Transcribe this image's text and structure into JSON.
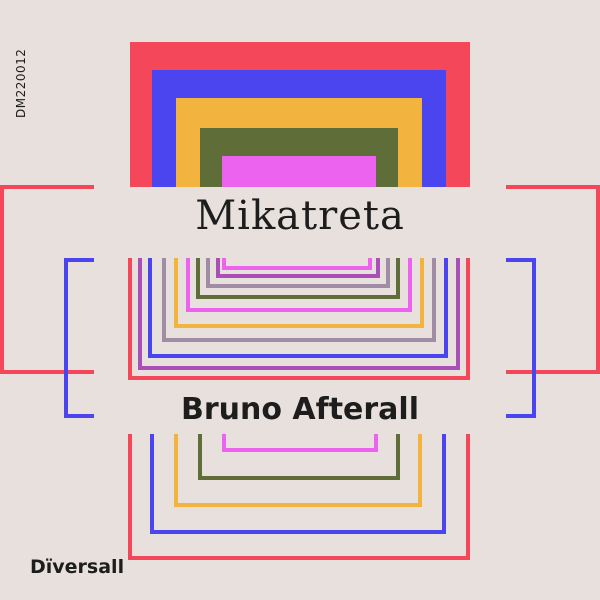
{
  "cover": {
    "catalog_number": "DM220012",
    "title": "Mikatreta",
    "artist": "Bruno Afterall",
    "label": "Dïversall"
  },
  "palette": {
    "background": "#e8e0dc",
    "red": "#f5475a",
    "blue": "#4b45ef",
    "orange": "#f2b33f",
    "olive": "#5f6e38",
    "pink": "#eb63ef",
    "mauve": "#a18ca6",
    "purple": "#a850b8",
    "text": "#1d1d1d"
  }
}
